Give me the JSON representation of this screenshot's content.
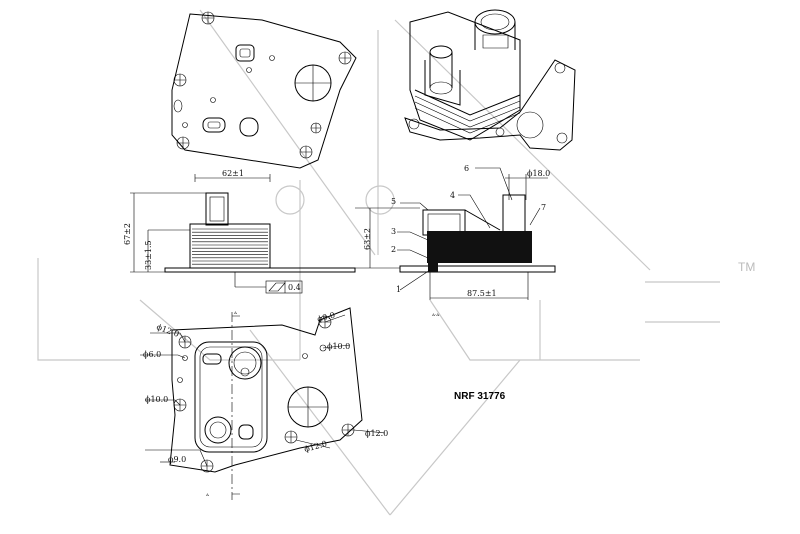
{
  "part_number": "NRF 31776",
  "trademark": "TM",
  "side_view": {
    "width_dim": "62±1",
    "height_dim": "67±2",
    "inner_dim": "33±1.5",
    "flatness": "0.4"
  },
  "section_view": {
    "pipe_dia": "ϕ18.0",
    "height_dim": "63±2",
    "width_dim": "87.5±1",
    "section_label": "A-A",
    "callouts": [
      "1",
      "2",
      "3",
      "4",
      "5",
      "6",
      "7"
    ]
  },
  "bottom_view": {
    "section_mark_top": "A",
    "section_mark_bottom": "A",
    "holes": [
      "ϕ12.0",
      "ϕ6.0",
      "ϕ10.0",
      "ϕ9.0",
      "ϕ9.0",
      "ϕ10.0",
      "ϕ12.0",
      "ϕ12.0"
    ]
  }
}
